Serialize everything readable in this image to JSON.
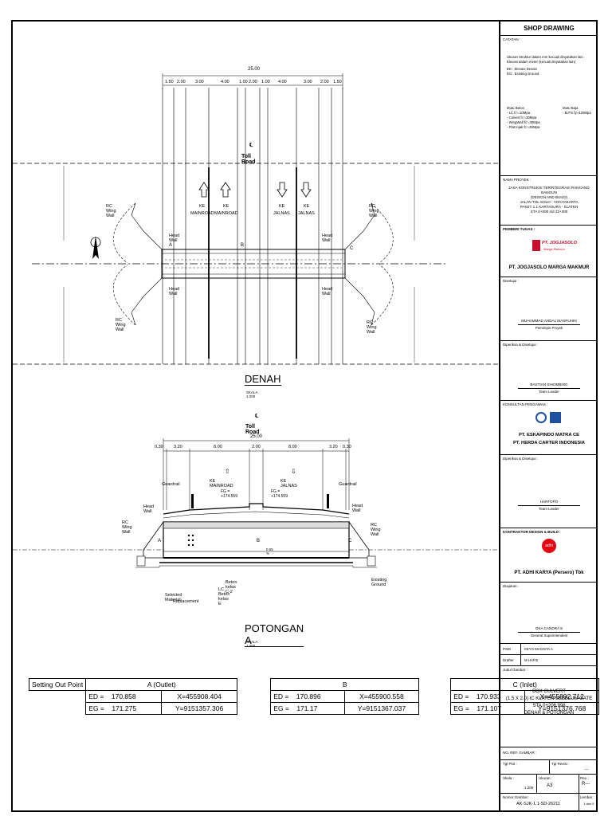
{
  "title_block": {
    "header": "SHOP DRAWING",
    "catatan_label": "CATATAN :",
    "notes": [
      "Ukuran Struktur dalam mm kecuali dinyatakan lain",
      "Elevasi dalam meter (kecuali dinyatakan lain)",
      "ED : Elevasi Desain",
      "EG : Existing Ground"
    ],
    "mutu_beton_label": "Mutu Beton",
    "mutu_beton": [
      "- LC   fc'=10Mpa",
      "- Culvert  fc'=30Mpa",
      "- WingWall  fc'=30Mpa",
      "- Plat Injak  fc'=30Mpa"
    ],
    "mutu_baja_label": "Mutu Baja",
    "mutu_baja": [
      "- BJTS   fy=420Mpa"
    ],
    "nama_proyek_label": "NAMA PROYEK :",
    "nama_proyek": [
      "JASA KONSTRUKSI TERINTEGRASI RANCANG BANGUN",
      "(DESIGN AND BUILD)",
      "JALAN TOL SOLO - YOGYAKARTA",
      "PAKET 1.1 KARTASURA - KLATEN",
      "STA 0+000 s/d 22+300"
    ],
    "pemberi_tugas_label": "PEMBERI TUGAS :",
    "owner_logo_text": "PT. JOGJASOLO",
    "owner_logo_sub": "Marga Makmur",
    "owner_name": "PT. JOGJASOLO MARGA MAKMUR",
    "disetujui_label": "Disetujui :",
    "disetujui_name": "MUHAMMAD AHDAL MASRUHIN",
    "disetujui_role": "Pemimpin Proyek",
    "diperiksa1_label": "Diperiksa & Disetujui :",
    "diperiksa1_name": "BASTIAN SIHOMBING",
    "diperiksa1_role": "Team Leader",
    "konsultan_label": "KONSULTAN PENGAWAS :",
    "konsultan_names": [
      "PT. ESKAPINDO MATRA CE",
      "PT. HERDA CARTER INDONESIA"
    ],
    "diperiksa2_label": "Diperiksa & Disetujui :",
    "diperiksa2_name": "HARTOPO",
    "diperiksa2_role": "Team Leader",
    "kontraktor_label": "KONTRAKTOR DESIGN & BUILD :",
    "contractor_logo_text": "adhi",
    "contractor_name": "PT. ADHI KARYA (Persero) Tbk",
    "diajukan_label": "Diajukan :",
    "diajukan_name": "OKA CANDRA S",
    "diajukan_role": "General Superintendent",
    "row_labels": [
      "PSM",
      "Drafter"
    ],
    "row_values": [
      "KEYO MAGISTA A",
      "M.HAFIS"
    ],
    "judul_label": "Judul Gambar :",
    "judul": [
      "BOX CULVERT",
      "(1.5 X 2.0) IC KLATEN SEBELUM GATE",
      "STA 0+206.998",
      "DENAH & POTONGAN"
    ],
    "no_ref_label": "NO. REF. GAMBAR :",
    "tgl_plot_label": "Tgl Plot :",
    "tgl_revisi_label": "Tgl Revisi :",
    "tgl_revisi_value": "----",
    "skala_label": "Skala :",
    "skala_value": "1:200",
    "ukuran_label": "Ukuran :",
    "ukuran_value": "A3",
    "rev_label": "Rev. :",
    "rev_value": "R---",
    "nomor_label": "Nomor Gambar :",
    "nomor_value": "AK-SJK-1.1-SD-26211",
    "lembar_label": "Lembar :",
    "lembar_value": "1 dari 9"
  },
  "plan": {
    "title": "DENAH",
    "scale": "SKALA 1:200",
    "centerline": "℄",
    "road": "Toll Road",
    "total_dim": "25.00",
    "dims": [
      "1.50",
      "2.00",
      "3.00",
      "4.00",
      "1.00",
      "2.00",
      "1.00",
      "4.00",
      "3.00",
      "2.00",
      "1.50"
    ],
    "arrows": [
      {
        "dir": "up",
        "label1": "KE",
        "label2": "MAINROAD"
      },
      {
        "dir": "up",
        "label1": "KE",
        "label2": "MAINROAD"
      },
      {
        "dir": "down",
        "label1": "KE",
        "label2": "JALNAS"
      },
      {
        "dir": "down",
        "label1": "KE",
        "label2": "JALNAS"
      }
    ],
    "rc_wing_wall": "RC Wing Wall",
    "head_wall": "Head Wall",
    "points": [
      "A",
      "B",
      "C"
    ]
  },
  "section": {
    "title": "POTONGAN A",
    "scale": "SKALA 1:200",
    "centerline": "℄",
    "road": "Toll Road",
    "total_dim": "25.00",
    "dims": [
      "0.30",
      "3.20",
      "8.00",
      "2.00",
      "8.00",
      "3.20",
      "0.30"
    ],
    "dir_left": "KE MAINROAD",
    "dir_right": "KE JALNAS",
    "fg_left": "FG = +174.559",
    "fg_right": "FG = +174.559",
    "guardrail": "Guardrail",
    "head_wall": "Head Wall",
    "rc_wing_wall": "RC Wing Wall",
    "slope": "0.55 %",
    "beton": "Beton kelas C-2",
    "lc_beton": "LC Beton kelas E",
    "selected_material": [
      "Selected Material",
      "Replacement"
    ],
    "existing_ground": "Existing Ground",
    "points": [
      "A",
      "B",
      "C"
    ]
  },
  "setting_out": {
    "header": "Setting Out Point",
    "columns": [
      {
        "name": "A (Outlet)",
        "ed": "170.858",
        "x": "X=455908.404",
        "eg": "171.275",
        "y": "Y=9151357.306"
      },
      {
        "name": "B",
        "ed": "170.896",
        "x": "X=455900.558",
        "eg": "171.17",
        "y": "Y=9151367.037"
      },
      {
        "name": "C (Inlet)",
        "ed": "170.933",
        "x": "X=455892.712",
        "eg": "171.107",
        "y": "Y=9151376.768"
      }
    ],
    "ed_label": "ED =",
    "eg_label": "EG ="
  }
}
